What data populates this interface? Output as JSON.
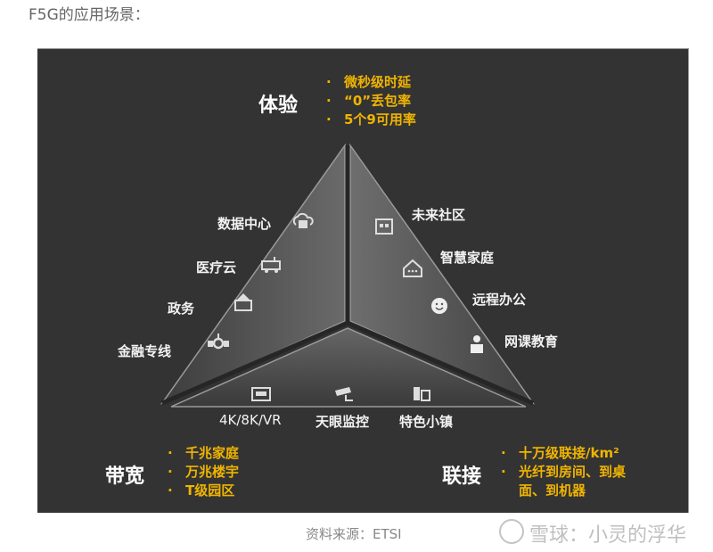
{
  "heading": "F5G的应用场景：",
  "diagram": {
    "corners": {
      "top": {
        "title": "体验",
        "bullets": [
          "微秒级时延",
          "“0”丢包率",
          "5个9可用率"
        ]
      },
      "bottom_left": {
        "title": "带宽",
        "bullets": [
          "千兆家庭",
          "万兆楼宇",
          "T级园区"
        ]
      },
      "bottom_right": {
        "title": "联接",
        "bullets": [
          "十万级联接/km²",
          "光纤到房间、到桌",
          "面、到机器"
        ]
      }
    },
    "left_face": [
      {
        "label": "数据中心",
        "icon": "cloud-datacenter-icon"
      },
      {
        "label": "医疗云",
        "icon": "ambulance-icon"
      },
      {
        "label": "政务",
        "icon": "government-building-icon"
      },
      {
        "label": "金融专线",
        "icon": "pipe-valve-icon"
      }
    ],
    "right_face": [
      {
        "label": "未来社区",
        "icon": "community-building-icon"
      },
      {
        "label": "智慧家庭",
        "icon": "smart-home-icon"
      },
      {
        "label": "远程办公",
        "icon": "headset-smiley-icon"
      },
      {
        "label": "网课教育",
        "icon": "student-laptop-icon"
      }
    ],
    "bottom_face": [
      {
        "label": "4K/8K/VR",
        "icon": "tv-icon"
      },
      {
        "label": "天眼监控",
        "icon": "cctv-camera-icon"
      },
      {
        "label": "特色小镇",
        "icon": "town-buildings-icon"
      }
    ],
    "colors": {
      "background": "#333333",
      "accent": "#f0b400",
      "text": "#f2f2f2"
    }
  },
  "caption": "资料来源：ETSI",
  "watermark": "雪球：小灵的浮华"
}
